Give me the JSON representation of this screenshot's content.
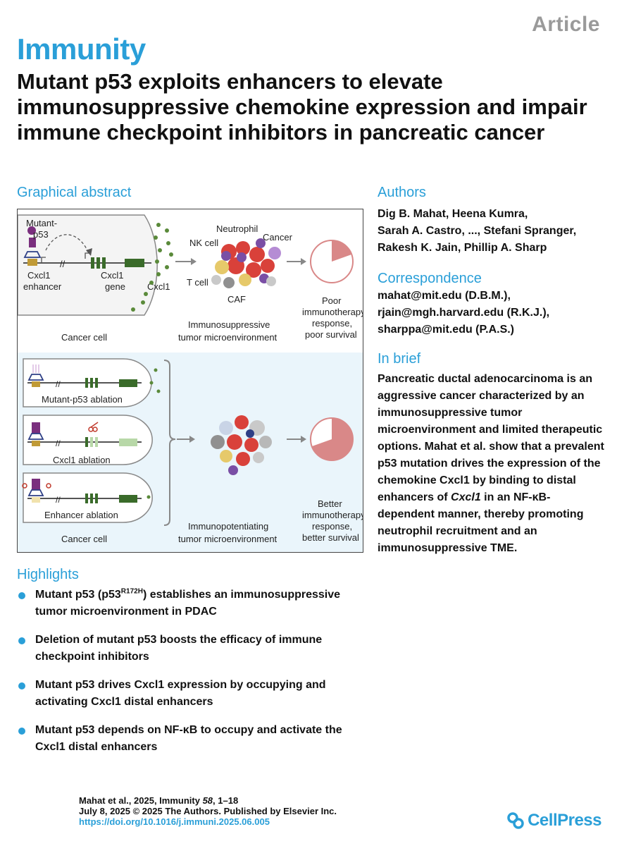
{
  "header": {
    "article_type": "Article",
    "journal": "Immunity",
    "title": "Mutant p53 exploits enhancers to elevate immunosuppressive chemokine expression and impair immune checkpoint inhibitors in pancreatic cancer"
  },
  "sections": {
    "graphical_abstract": "Graphical abstract",
    "authors": "Authors",
    "correspondence": "Correspondence",
    "in_brief": "In brief",
    "highlights": "Highlights"
  },
  "graphical_abstract": {
    "mutant_p53_1": "Mutant-",
    "mutant_p53_2": "p53",
    "cxcl1_enhancer_1": "Cxcl1",
    "cxcl1_enhancer_2": "enhancer",
    "cxcl1_gene_1": "Cxcl1",
    "cxcl1_gene_2": "gene",
    "cxcl1": "Cxcl1",
    "neutrophil": "Neutrophil",
    "cancer": "Cancer",
    "nk_cell": "NK cell",
    "t_cell": "T cell",
    "caf": "CAF",
    "poor_1": "Poor",
    "poor_2": "immunotherapy",
    "poor_3": "response,",
    "poor_4": "poor survival",
    "immunosuppressive_1": "Immunosuppressive",
    "immunosuppressive_2": "tumor microenvironment",
    "cancer_cell_top": "Cancer cell",
    "mutant_p53_ablation": "Mutant-p53 ablation",
    "cxcl1_ablation": "Cxcl1 ablation",
    "enhancer_ablation": "Enhancer ablation",
    "cancer_cell_bottom": "Cancer cell",
    "immunopotentiating_1": "Immunopotentiating",
    "immunopotentiating_2": "tumor microenvironment",
    "better_1": "Better",
    "better_2": "immunotherapy",
    "better_3": "response,",
    "better_4": "better survival"
  },
  "authors": {
    "line1": "Dig B. Mahat, Heena Kumra,",
    "line2": "Sarah A. Castro, ..., Stefani Spranger,",
    "line3": "Rakesh K. Jain, Phillip A. Sharp"
  },
  "correspondence": {
    "line1": "mahat@mit.edu (D.B.M.),",
    "line2": "rjain@mgh.harvard.edu (R.K.J.),",
    "line3": "sharppa@mit.edu (P.A.S.)"
  },
  "in_brief": {
    "text_before": "Pancreatic ductal adenocarcinoma is an aggressive cancer characterized by an immunosuppressive tumor microenvironment and limited therapeutic options. Mahat et al. show that a prevalent p53 mutation drives the expression of the chemokine Cxcl1 by binding to distal enhancers of ",
    "gene_italic": "Cxcl1",
    "text_after": " in an NF-κB-dependent manner, thereby promoting neutrophil recruitment and an immunosuppressive TME."
  },
  "highlights": {
    "h1_a": "Mutant p53 (p53",
    "h1_sup": "R172H",
    "h1_b": ") establishes an immunosuppressive tumor microenvironment in PDAC",
    "h2": "Deletion of mutant p53 boosts the efficacy of immune checkpoint inhibitors",
    "h3": "Mutant p53 drives Cxcl1 expression by occupying and activating Cxcl1 distal enhancers",
    "h4": "Mutant p53 depends on NF-κB to occupy and activate the Cxcl1 distal enhancers"
  },
  "citation": {
    "line1_a": "Mahat et al., 2025, Immunity ",
    "line1_vol": "58",
    "line1_b": ", 1–18",
    "line2": "July 8, 2025 © 2025 The Authors. Published by Elsevier Inc.",
    "doi": "https://doi.org/10.1016/j.immuni.2025.06.005"
  },
  "publisher": "CellPress",
  "colors": {
    "accent": "#2a9fd8",
    "chemokine_dot": "#5a8a3a",
    "cancer_cell": "#d9413a",
    "neutrophil": "#7a4fa5",
    "pie": "#d98888"
  }
}
